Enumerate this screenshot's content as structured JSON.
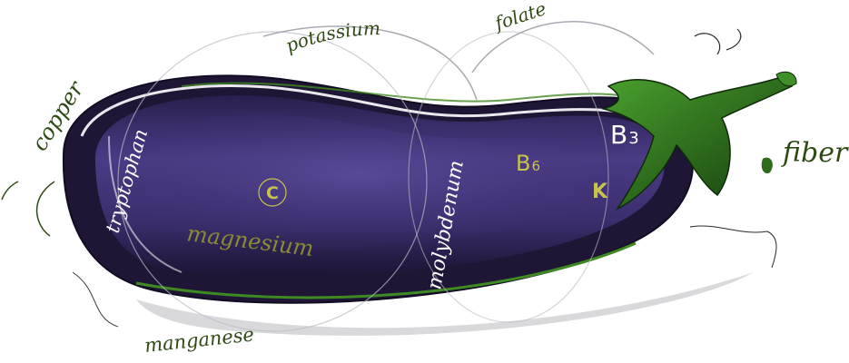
{
  "labels": {
    "copper": "copper",
    "potassium": "potassium",
    "folate": "folate",
    "fiber": "fiber",
    "tryptophan": "tryptophan",
    "c": "C",
    "magnesium": "magnesium",
    "molybdenum": "molybdenum",
    "b6_letter": "B",
    "b6_sub": "6",
    "b3_letter": "B",
    "b3_sub": "3",
    "k": "K",
    "manganese": "manganese"
  },
  "colors": {
    "eggplant_dark": "#241a3d",
    "eggplant_mid": "#3f2f73",
    "eggplant_light": "#5a4a96",
    "stem_green": "#2b6b1c",
    "stem_dark": "#173d10",
    "label_green": "#2f4a14",
    "label_yellow": "#c7c24a"
  }
}
